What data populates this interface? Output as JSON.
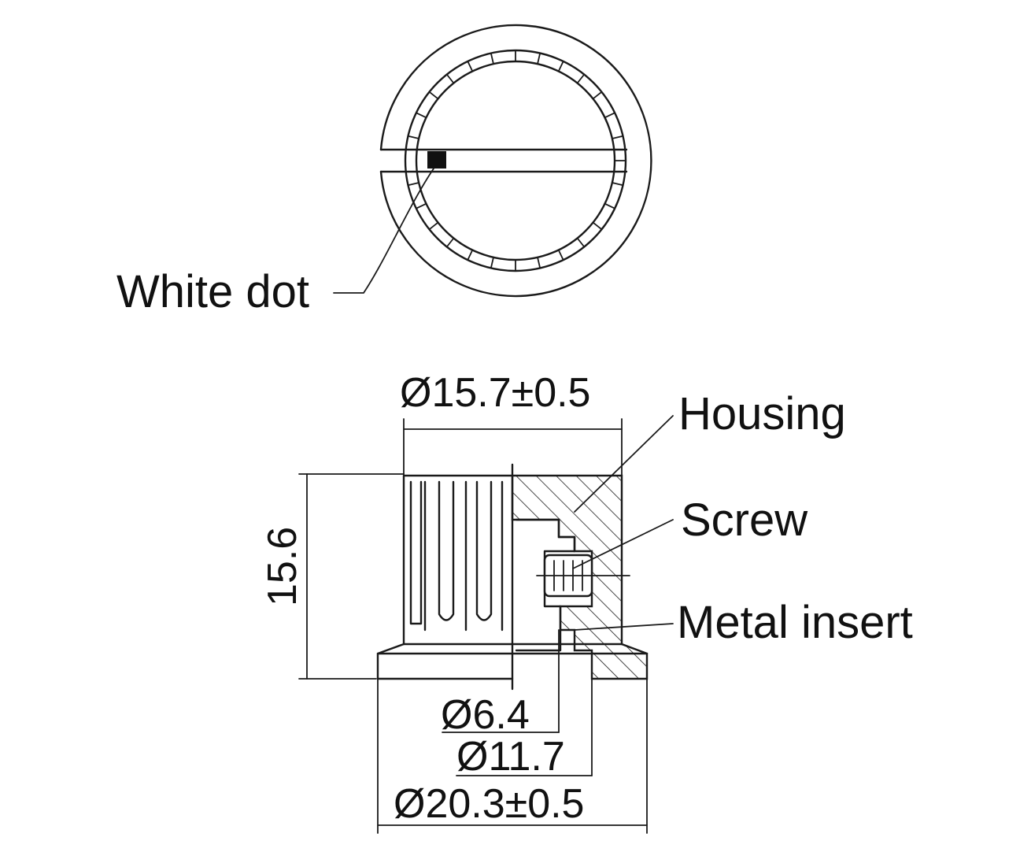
{
  "labels": {
    "white_dot": "White dot",
    "housing": "Housing",
    "screw": "Screw",
    "metal_insert": "Metal insert"
  },
  "dimensions": {
    "top_diameter": "Ø15.7±0.5",
    "height": "15.6",
    "shaft_diameter": "Ø6.4",
    "insert_diameter": "Ø11.7",
    "base_diameter": "Ø20.3±0.5"
  }
}
